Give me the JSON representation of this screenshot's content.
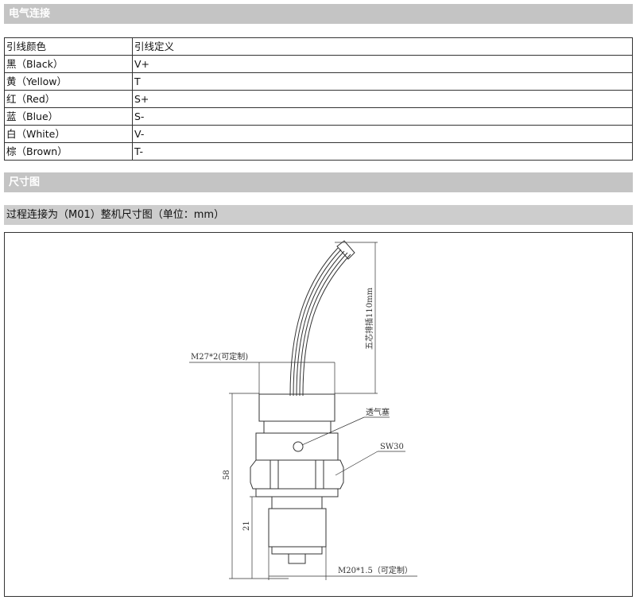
{
  "section1": {
    "title": "电气连接"
  },
  "wiring_table": {
    "headers": [
      "引线颜色",
      "引线定义"
    ],
    "rows": [
      [
        "黑（Black）",
        "V+"
      ],
      [
        "黄（Yellow）",
        "T"
      ],
      [
        "红（Red）",
        "S+"
      ],
      [
        "蓝（Blue）",
        "S-"
      ],
      [
        "白（White）",
        "V-"
      ],
      [
        "棕（Brown）",
        "T-"
      ]
    ]
  },
  "section2": {
    "title": "尺寸图"
  },
  "subtitle": "过程连接为（M01）整机尺寸图（单位：mm）",
  "drawing": {
    "cable_label": "五芯排插110mm",
    "top_thread": "M27*2(可定制)",
    "vent_label": "透气塞",
    "hex_label": "SW30",
    "height_total": "58",
    "height_thread": "21",
    "bottom_thread": "M20*1.5（可定制）"
  }
}
